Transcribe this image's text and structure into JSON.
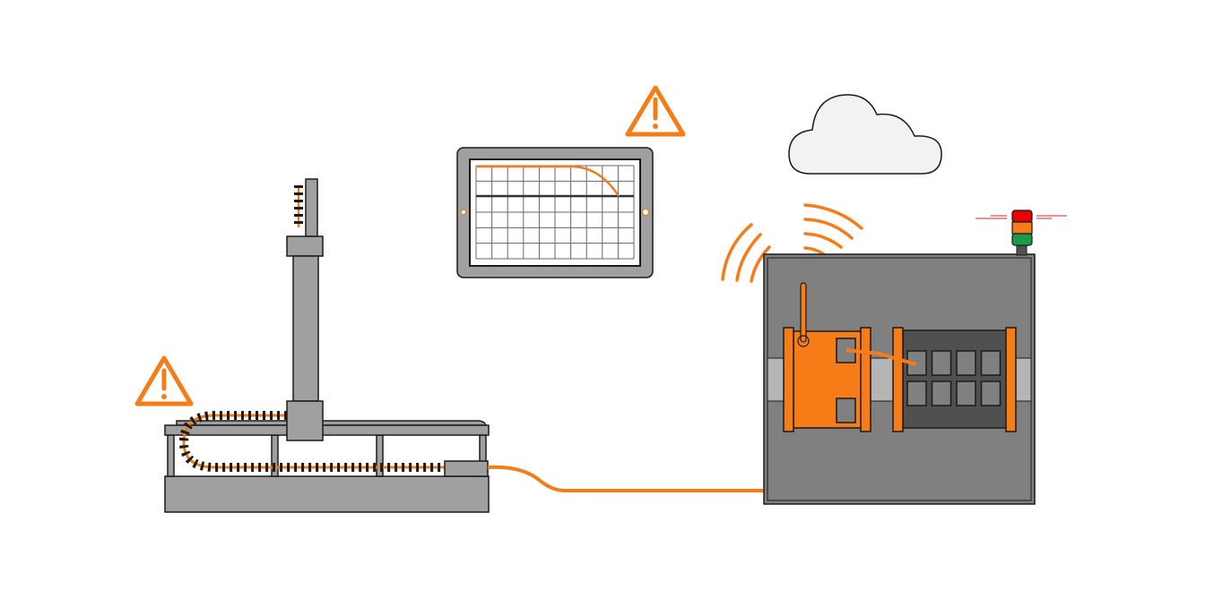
{
  "colors": {
    "accent": "#f57c16",
    "machine_gray": "#a0a0a0",
    "cabinet_gray": "#808080",
    "dark_gray": "#505050",
    "outline": "#1a1a1a",
    "cloud_fill": "#f2f2f2",
    "light_red": "#e63030",
    "light_orange": "#f57c16",
    "light_green": "#1a9a4a"
  },
  "icons": {
    "warning_1": "warning-triangle-icon",
    "warning_2": "warning-triangle-icon",
    "cloud": "cloud-icon",
    "wifi": "wireless-signal-icon",
    "stack_light": "signal-tower-icon"
  },
  "tablet_chart": {
    "grid_columns": 10,
    "grid_rows": 6,
    "threshold_row": 2,
    "trend": "declining"
  }
}
